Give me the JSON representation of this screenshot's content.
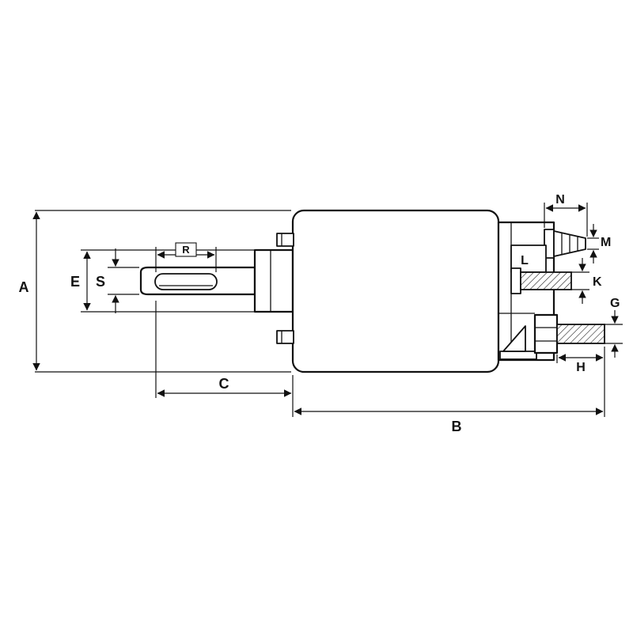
{
  "diagram": {
    "type": "technical-drawing",
    "subject": "starter-solenoid-dimension-drawing",
    "background_color": "#ffffff",
    "line_color": "#111111",
    "labels": {
      "A": "A",
      "B": "B",
      "C": "C",
      "E": "E",
      "S": "S",
      "R": "R",
      "N": "N",
      "M": "M",
      "L": "L",
      "K": "K",
      "G": "G",
      "H": "H"
    }
  }
}
